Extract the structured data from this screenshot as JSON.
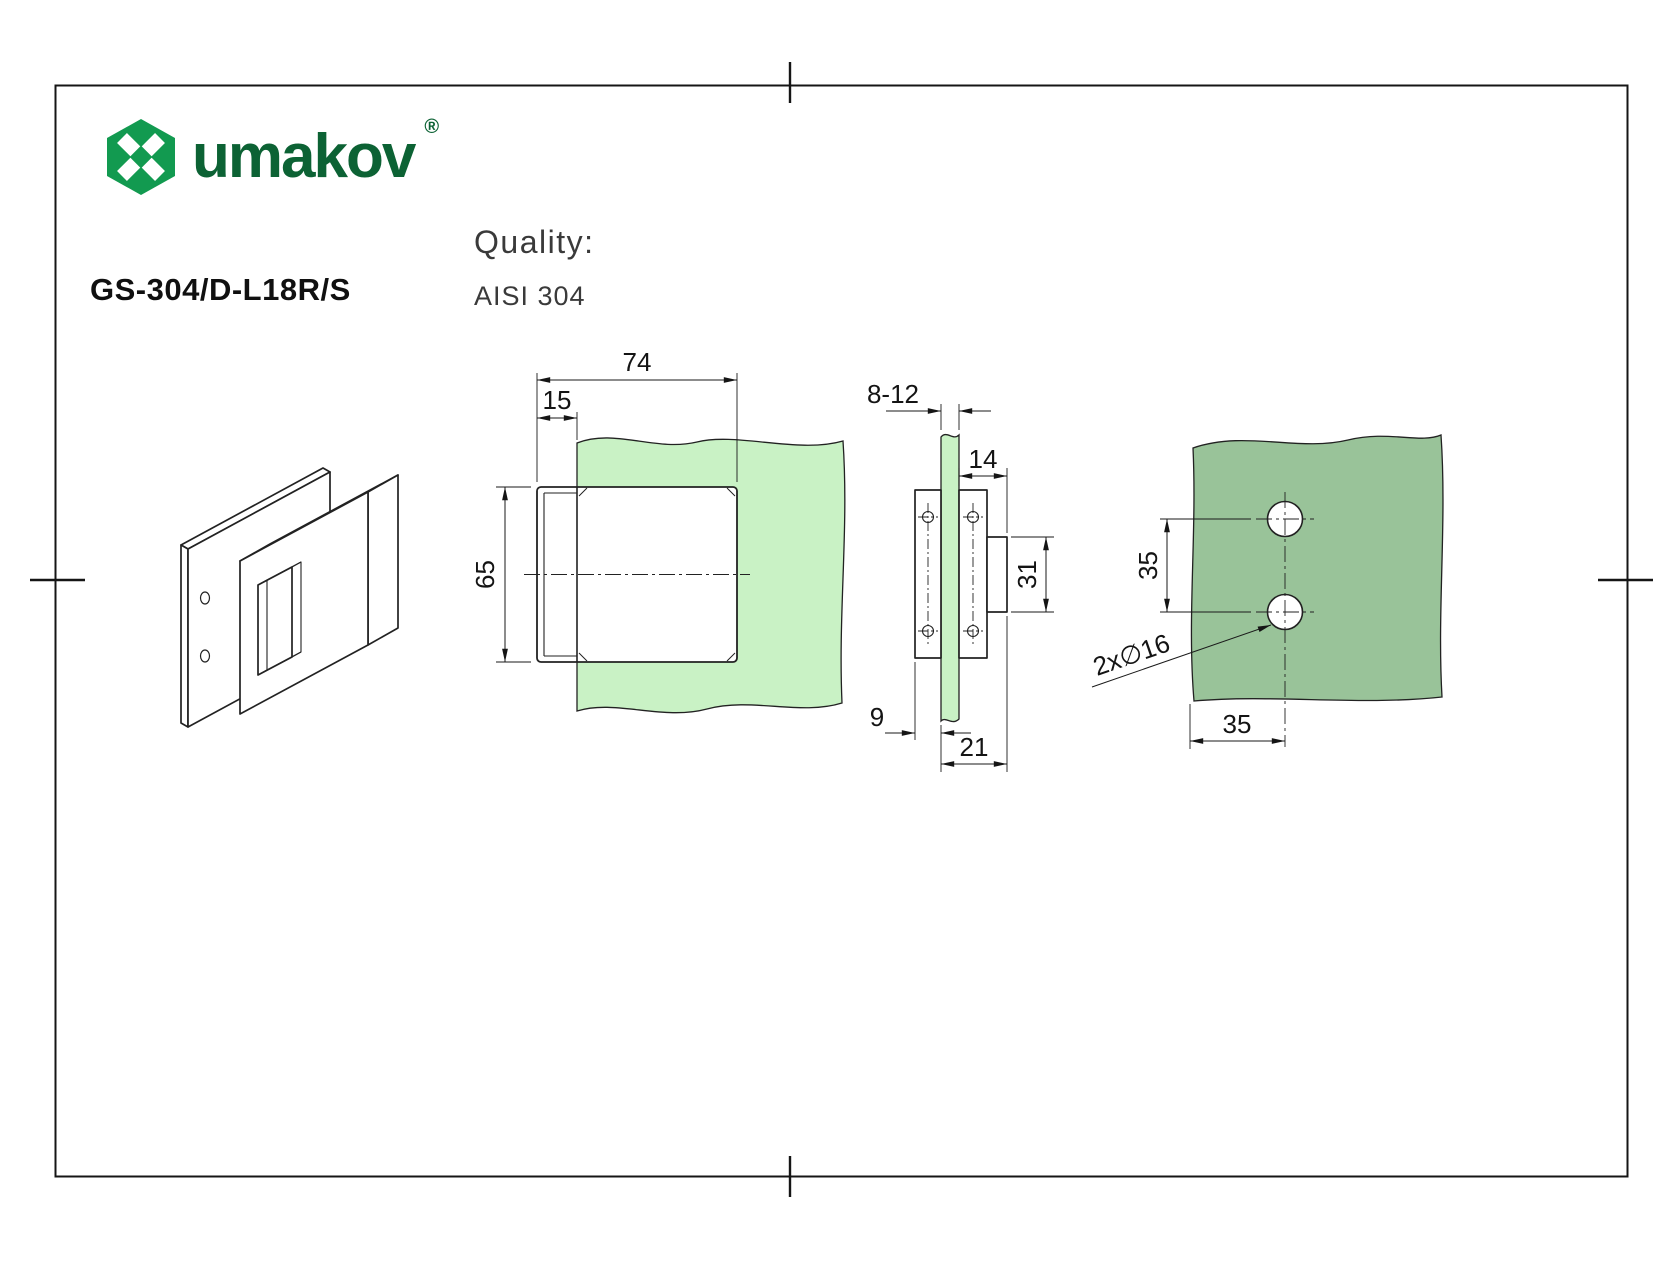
{
  "colors": {
    "logo_icon": "#129a50",
    "logo_text": "#0c6234",
    "glass_light": "#c9f2c5",
    "glass_dark": "#99c399",
    "line": "#1a1a1a"
  },
  "brand": {
    "name": "umakov",
    "reg": "®"
  },
  "title": {
    "product_code": "GS-304/D-L18R/S",
    "quality_label": "Quality:",
    "quality_value": "AISI 304"
  },
  "front_view": {
    "dim_width": "74",
    "dim_clamp": "15",
    "dim_height": "65"
  },
  "side_view": {
    "dim_glass": "8-12",
    "dim_front": "14",
    "dim_latch": "31",
    "dim_back": "9",
    "dim_total": "21"
  },
  "hole_view": {
    "dim_spacing": "35",
    "dim_edge": "35",
    "dim_holes": "2x∅16"
  }
}
